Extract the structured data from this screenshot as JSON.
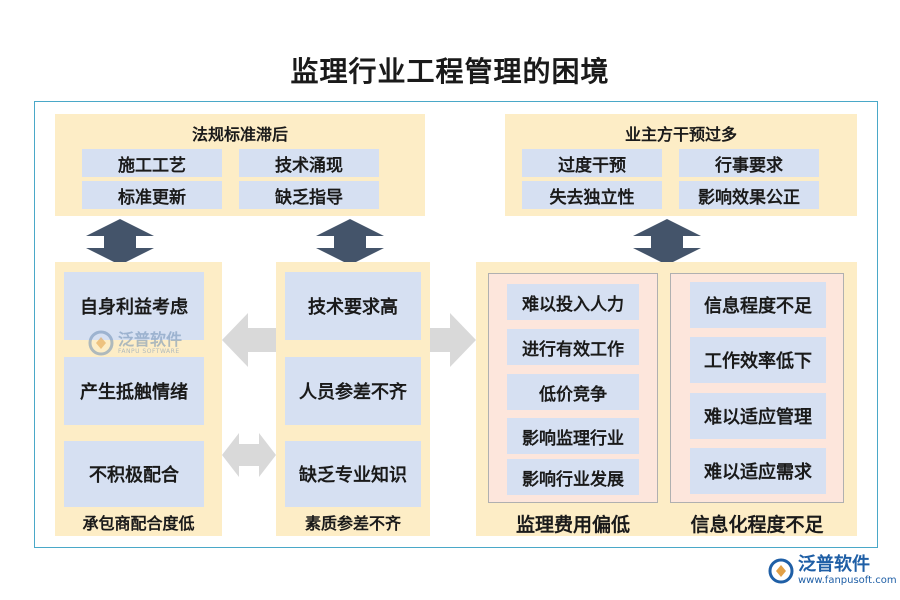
{
  "title": "监理行业工程管理的困境",
  "top_left": {
    "label": "法规标准滞后",
    "chips": [
      "施工工艺",
      "技术涌现",
      "标准更新",
      "缺乏指导"
    ]
  },
  "top_right": {
    "label": "业主方干预过多",
    "chips": [
      "过度干预",
      "行事要求",
      "失去独立性",
      "影响效果公正"
    ]
  },
  "col1": {
    "items": [
      "自身利益考虑",
      "产生抵触情绪",
      "不积极配合"
    ],
    "label": "承包商配合度低"
  },
  "col2": {
    "items": [
      "技术要求高",
      "人员参差不齐",
      "缺乏专业知识"
    ],
    "label": "素质参差不齐"
  },
  "col3": {
    "items": [
      "难以投入人力",
      "进行有效工作",
      "低价竞争",
      "影响监理行业",
      "影响行业发展"
    ],
    "label": "监理费用偏低"
  },
  "col4": {
    "items": [
      "信息程度不足",
      "工作效率低下",
      "难以适应管理",
      "难以适应需求"
    ],
    "label": "信息化程度不足"
  },
  "watermark_center": {
    "name": "泛普软件",
    "sub": "FANPU SOFTWARE"
  },
  "logo": {
    "name": "泛普软件",
    "url": "www.fanpusoft.com"
  },
  "colors": {
    "panel": "#fdedc6",
    "chip": "#d6e0f2",
    "subpanel": "#fde6dc",
    "frame": "#4aa8c8",
    "arrow_dark": "#44546a",
    "arrow_light": "#d9d9d9",
    "logo": "#1f5fa6"
  }
}
